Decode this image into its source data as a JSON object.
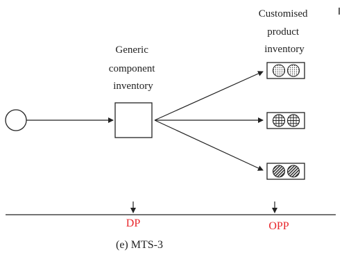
{
  "diagram": {
    "source_label": "",
    "generic_inventory": {
      "label_lines": [
        "Generic",
        "component",
        "inventory"
      ]
    },
    "customised_inventory": {
      "label_lines": [
        "Customised",
        "product",
        "inventory"
      ]
    },
    "products": [
      {
        "pattern": "dotted"
      },
      {
        "pattern": "crosshatch"
      },
      {
        "pattern": "diagonal-hatch"
      }
    ],
    "markers": {
      "dp": "DP",
      "opp": "OPP",
      "color": "#e8262b"
    },
    "caption": "(e) MTS-3"
  }
}
